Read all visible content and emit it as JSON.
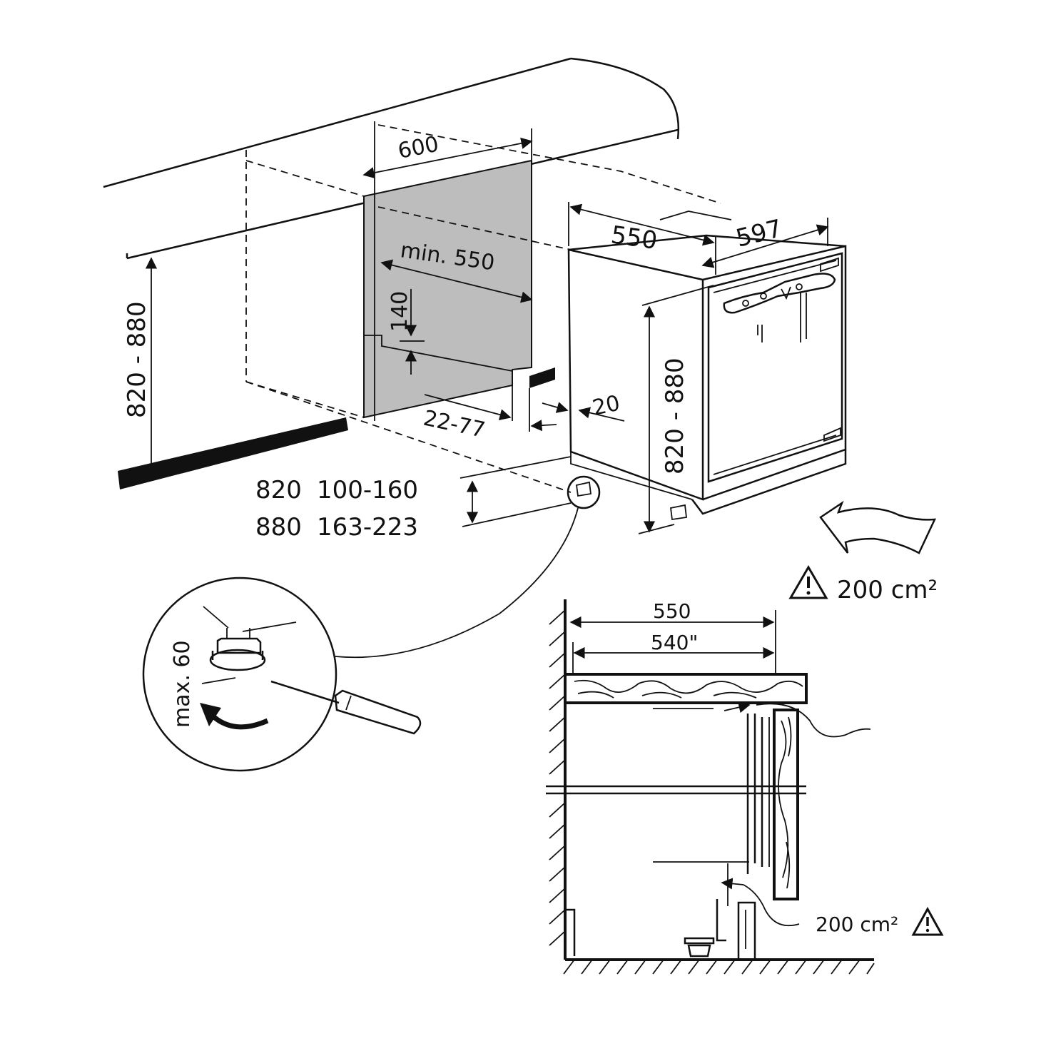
{
  "dimensions": {
    "niche_width": "600",
    "niche_depth_min": "min.  550",
    "plinth_offset": "140",
    "height_left": "820 - 880",
    "gap_range": "22-77",
    "side_gap": "20",
    "appliance_depth": "550",
    "appliance_width": "597",
    "appliance_height": "820 - 880"
  },
  "height_table": [
    {
      "height": "820",
      "range": "100-160"
    },
    {
      "height": "880",
      "range": "163-223"
    }
  ],
  "detail": {
    "foot_adjust": "max. 60"
  },
  "ventilation": {
    "top_area": "200 cm²",
    "bottom_area": "200 cm²"
  },
  "section": {
    "depth_outer": "550",
    "depth_inner": "540\""
  },
  "colors": {
    "niche_fill": "#bdbdbd",
    "line": "#111111",
    "background": "#ffffff"
  }
}
